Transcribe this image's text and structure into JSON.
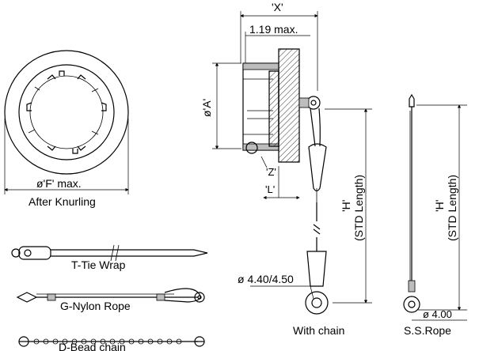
{
  "labels": {
    "x_dim": "'X'",
    "max_dim": "1.19 max.",
    "a_dim": "ø'A'",
    "z_dim": "'Z'",
    "l_dim": "'L'",
    "f_dim": "ø'F' max.",
    "after_knurling": "After Knurling",
    "h_dim_chain": "'H'",
    "std_length_chain": "(STD Length)",
    "h_dim_rope": "'H'",
    "std_length_rope": "(STD Length)",
    "dia_chain": "ø 4.40/4.50",
    "dia_rope": "ø 4.00",
    "t_tie": "T-Tie Wrap",
    "g_nylon": "G-Nylon Rope",
    "d_bead": "D-Bead chain",
    "with_chain": "With chain",
    "ss_rope": "S.S.Rope"
  }
}
